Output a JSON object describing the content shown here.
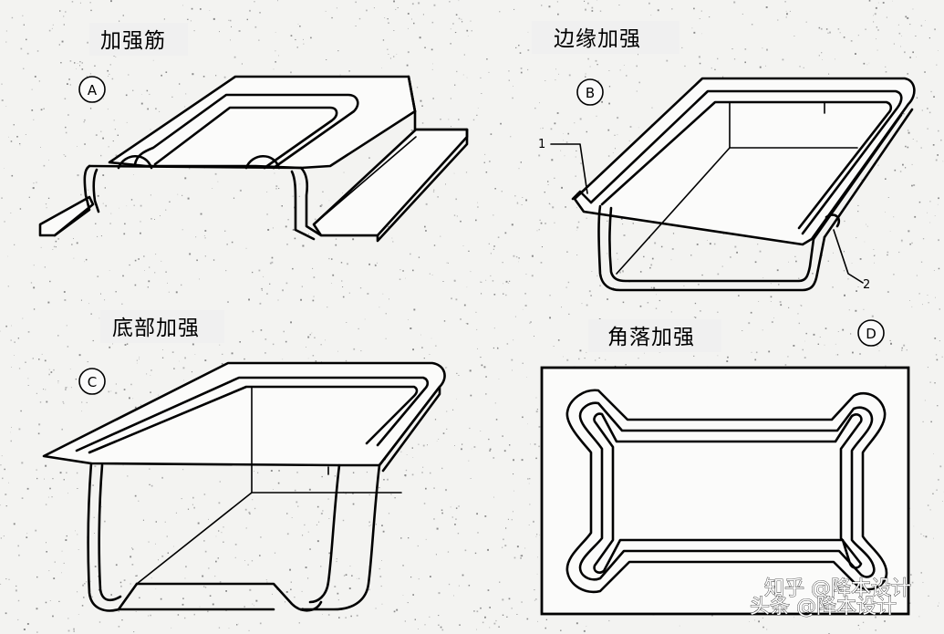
{
  "panels": {
    "a": {
      "title": "加强筋",
      "badge": "A"
    },
    "b": {
      "title": "边缘加强",
      "badge": "B",
      "callout_1": "1",
      "callout_2": "2"
    },
    "c": {
      "title": "底部加强",
      "badge": "C"
    },
    "d": {
      "title": "角落加强",
      "badge": "D"
    }
  },
  "watermark": {
    "zhihu": "知乎 @降本设计",
    "toutiao": "头条 @降本设计"
  }
}
